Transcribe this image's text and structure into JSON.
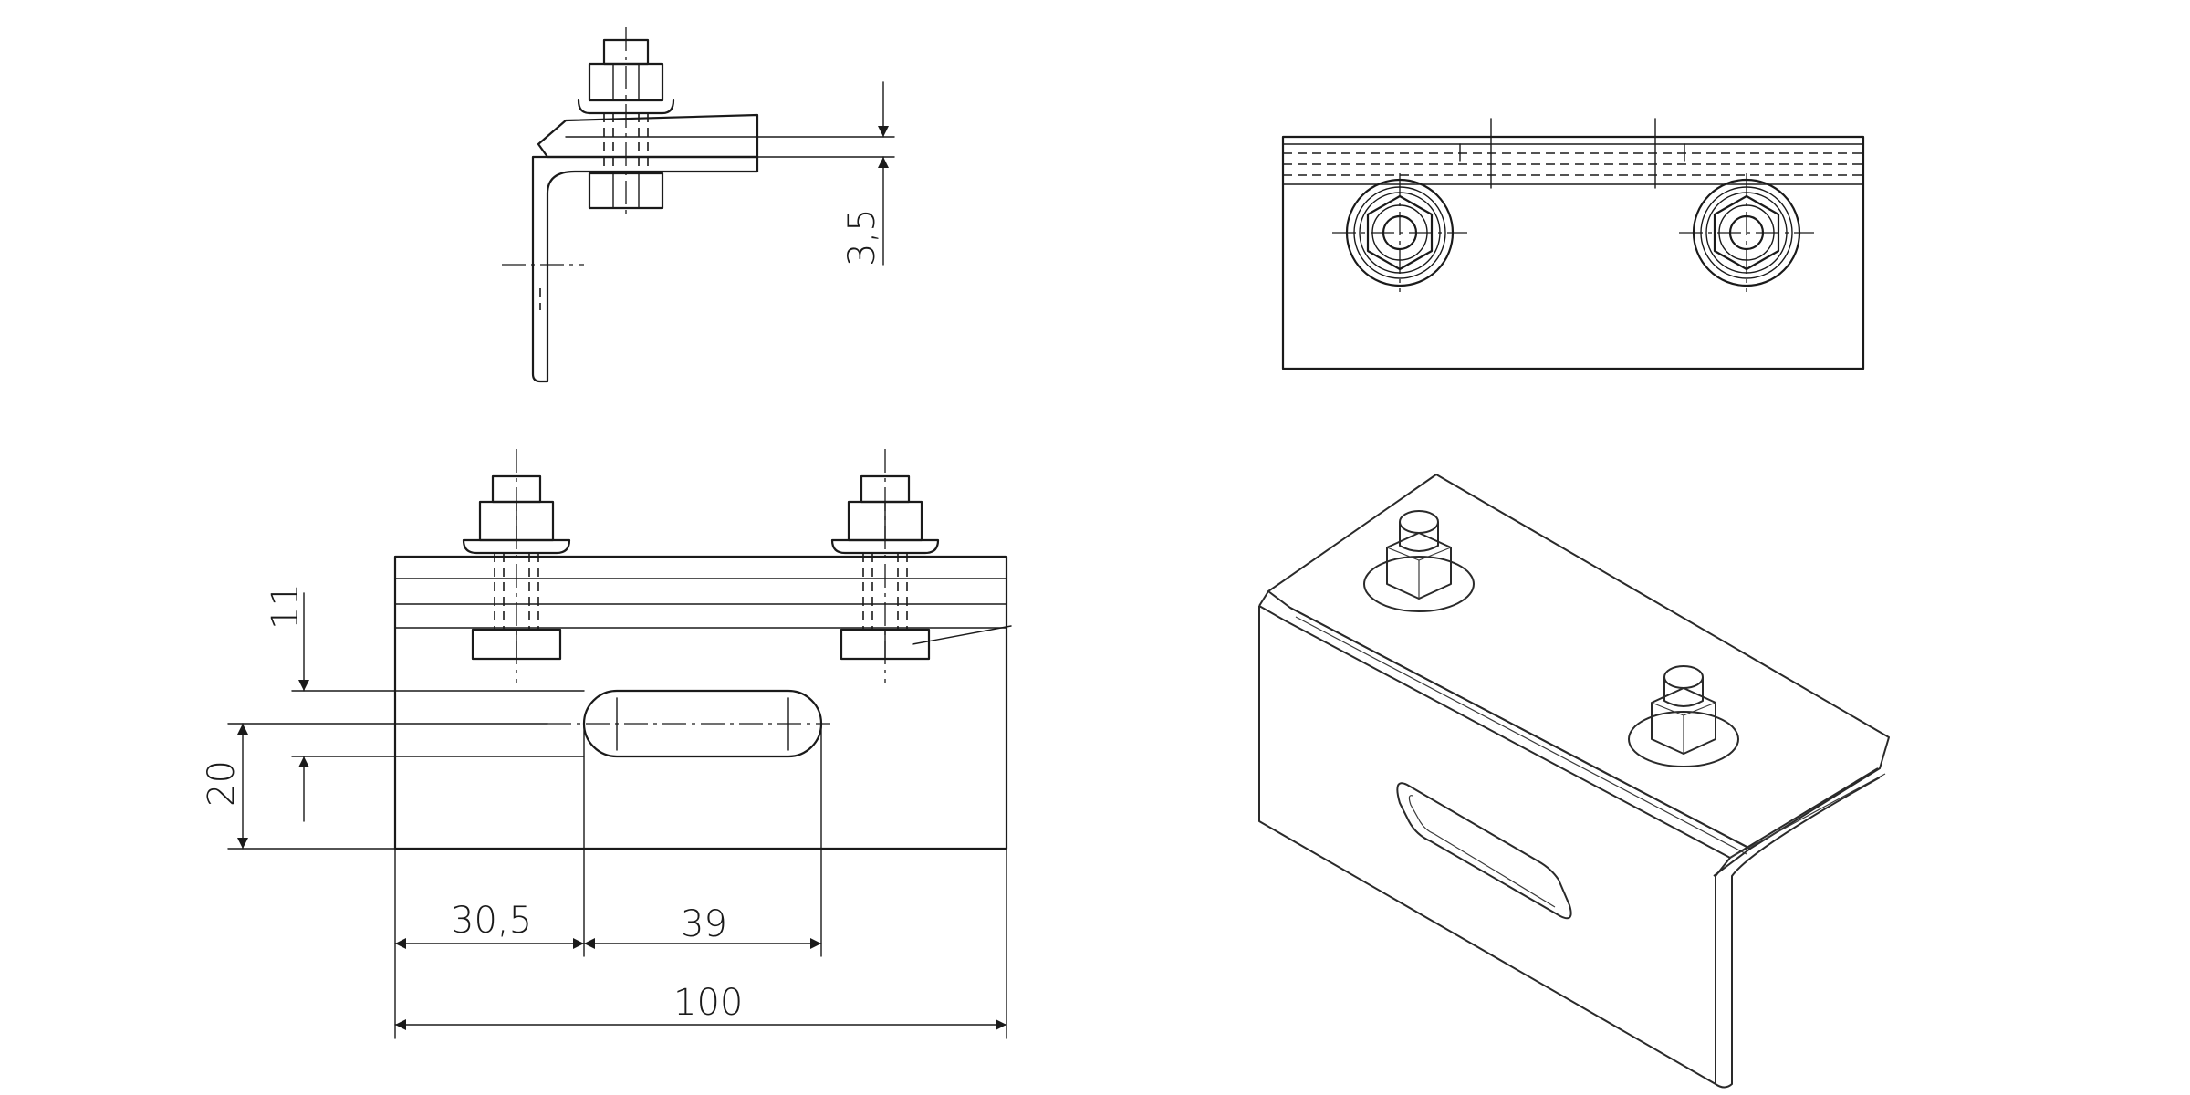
{
  "dimensions": {
    "d_3_5": "3,5",
    "d_11": "11",
    "d_20": "20",
    "d_30_5": "30,5",
    "d_39": "39",
    "d_100": "100"
  }
}
